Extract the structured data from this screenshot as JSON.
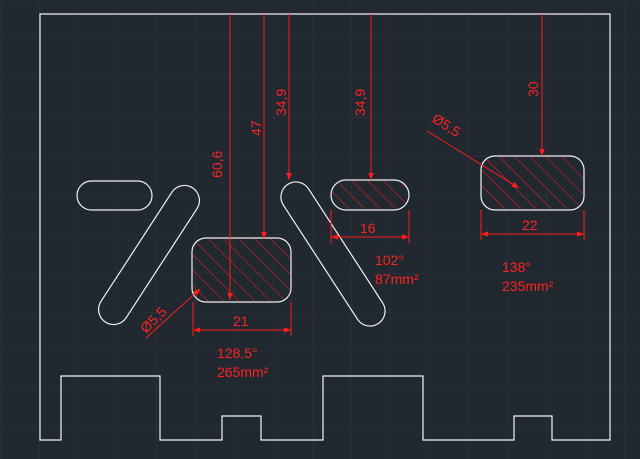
{
  "colors": {
    "background": "#212830",
    "grid": "#2c3540",
    "outline": "#f2f2f2",
    "dimension": "#ff1c1c",
    "hatch": "#ff1c1c"
  },
  "dimensions": {
    "dim_60_6": "60,6",
    "dim_47": "47",
    "dim_34_9_left": "34,9",
    "dim_34_9_middle": "34,9",
    "dim_30": "30",
    "dim_21": "21",
    "dim_16": "16",
    "dim_22": "22",
    "diam_left": "Ø5,5",
    "diam_right": "Ø5,5"
  },
  "annotations": {
    "left_angle": "128.5°",
    "left_area": "265mm²",
    "middle_angle": "102°",
    "middle_area": "87mm²",
    "right_angle": "138°",
    "right_area": "235mm²"
  }
}
